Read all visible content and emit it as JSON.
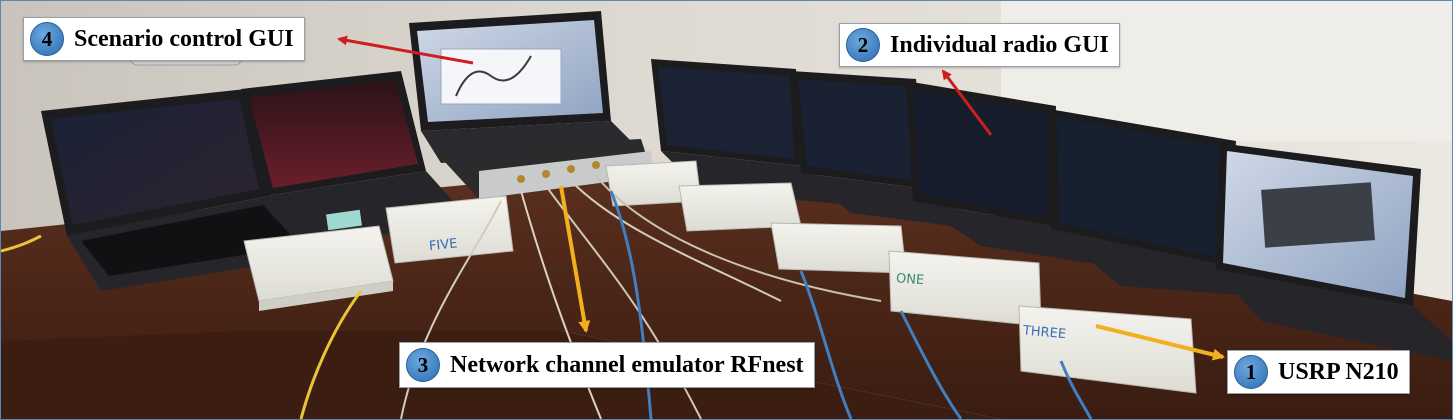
{
  "callouts": [
    {
      "number": "4",
      "text": "Scenario control GUI"
    },
    {
      "number": "2",
      "text": "Individual radio GUI"
    },
    {
      "number": "3",
      "text": "Network channel emulator RFnest"
    },
    {
      "number": "1",
      "text": "USRP N210"
    }
  ],
  "device_labels": {
    "five": "FIVE",
    "one": "ONE",
    "three": "THREE"
  },
  "colors": {
    "badge": "#3d7fc1",
    "arrow_red": "#cc1f1f",
    "arrow_yellow": "#f2b01e",
    "table": "#4a2618",
    "laptop": "#1c1c1e",
    "usrp_box": "#ecebe4"
  }
}
